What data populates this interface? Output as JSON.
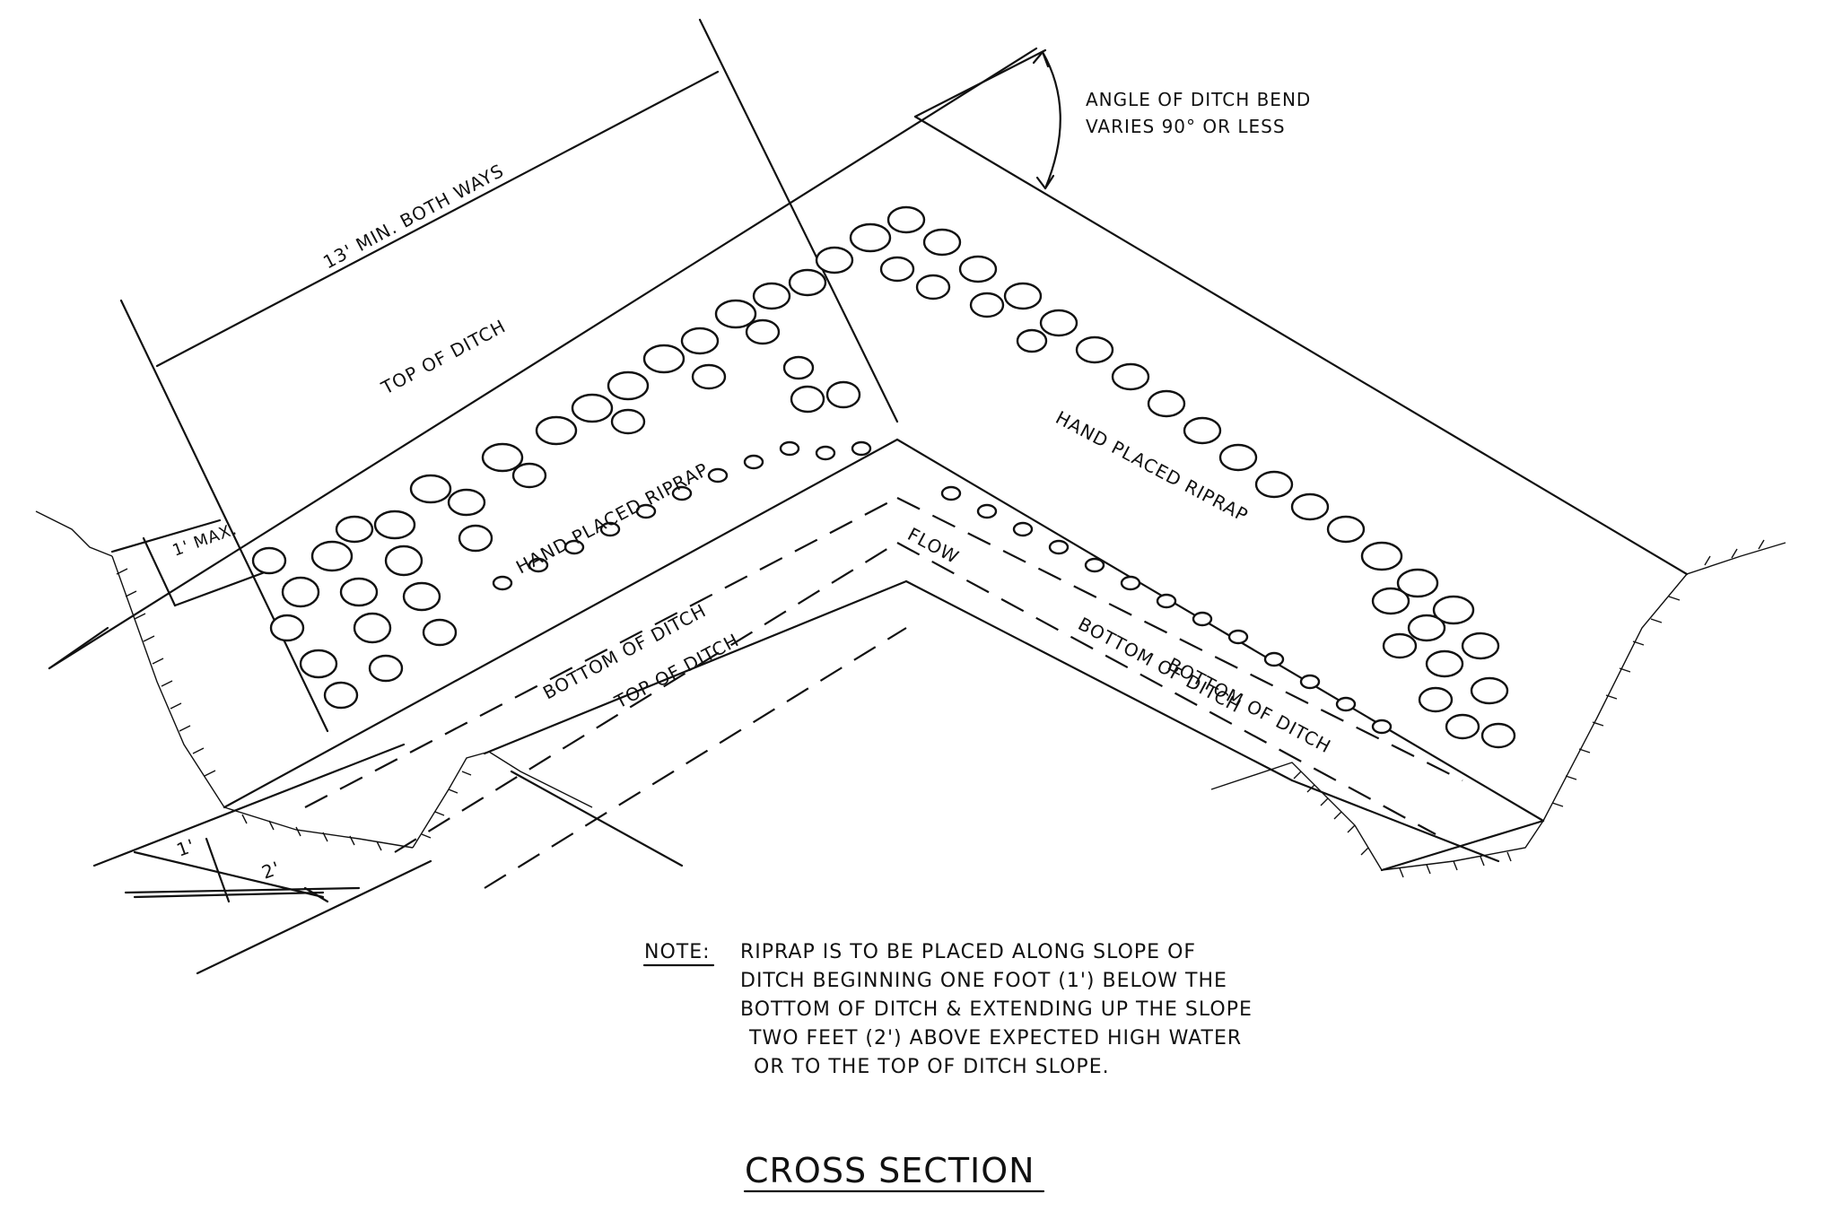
{
  "labels": {
    "angle_line1": "ANGLE OF DITCH BEND",
    "angle_line2": "VARIES 90° OR LESS",
    "min_both_ways": "13' MIN. BOTH WAYS",
    "top_of_ditch_upper": "TOP OF DITCH",
    "one_ft_max": "1' MAX.",
    "hand_placed_riprap_left": "HAND PLACED RIPRAP",
    "hand_placed_riprap_right": "HAND PLACED RIPRAP",
    "flow": "FLOW",
    "bottom_of_ditch_left": "BOTTOM OF DITCH",
    "bottom_of_ditch_right": "BOTTOM OF DITCH",
    "bottom_of_ditch_lower": "BOTTOM OF DITCH",
    "top_of_ditch_lower": "TOP OF DITCH",
    "dim_1ft": "1'",
    "dim_2ft": "2'"
  },
  "note": {
    "heading": "NOTE:",
    "lines": [
      "RIPRAP IS TO BE PLACED ALONG SLOPE OF",
      "DITCH BEGINNING ONE FOOT (1') BELOW THE",
      "BOTTOM OF DITCH & EXTENDING UP THE SLOPE",
      "TWO FEET (2') ABOVE EXPECTED HIGH WATER",
      "OR TO THE TOP OF DITCH SLOPE."
    ]
  },
  "caption": "CROSS SECTION"
}
